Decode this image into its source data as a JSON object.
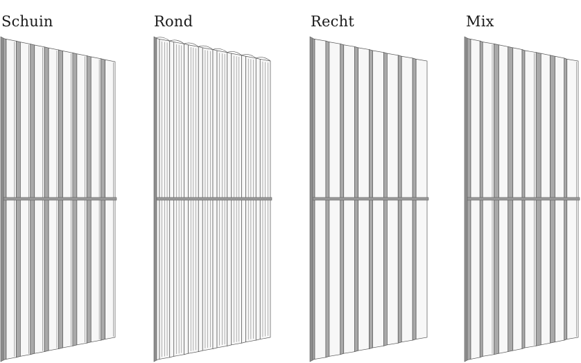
{
  "panels": [
    {
      "label": "Schuin",
      "profile": "chamfered"
    },
    {
      "label": "Rond",
      "profile": "rounded"
    },
    {
      "label": "Recht",
      "profile": "straight"
    },
    {
      "label": "Mix",
      "profile": "mixed"
    }
  ],
  "colors": {
    "face": "#f7f7f7",
    "side": "#a9a9a9",
    "side_dark": "#8f8f8f",
    "line": "#555555",
    "seam": "#9a9a9a",
    "text": "#1a1a1a"
  }
}
